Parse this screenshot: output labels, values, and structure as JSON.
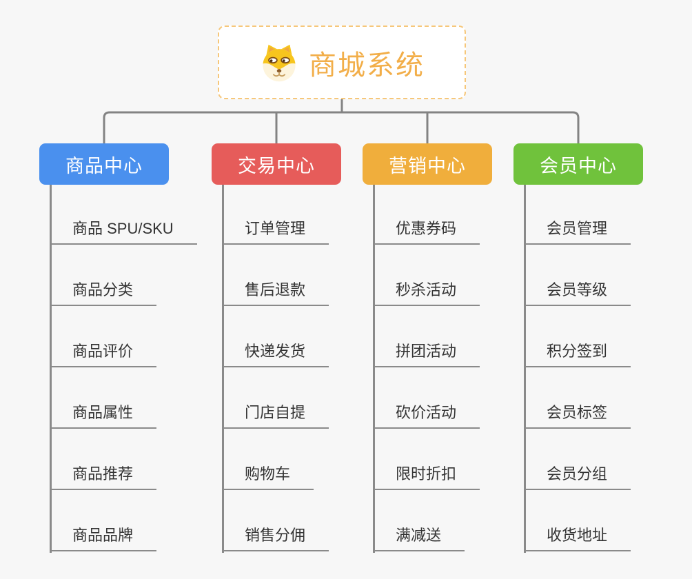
{
  "root": {
    "title": "商城系统",
    "icon": "dog-face-icon",
    "title_color": "#F2AE49",
    "border_color": "#F6C77A"
  },
  "line_color": "#838383",
  "branches": [
    {
      "label": "商品中心",
      "color": "#4A90EE",
      "children": [
        "商品 SPU/SKU",
        "商品分类",
        "商品评价",
        "商品属性",
        "商品推荐",
        "商品品牌"
      ]
    },
    {
      "label": "交易中心",
      "color": "#E65C5A",
      "children": [
        "订单管理",
        "售后退款",
        "快递发货",
        "门店自提",
        "购物车",
        "销售分佣"
      ]
    },
    {
      "label": "营销中心",
      "color": "#F0AE3C",
      "children": [
        "优惠券码",
        "秒杀活动",
        "拼团活动",
        "砍价活动",
        "限时折扣",
        "满减送"
      ]
    },
    {
      "label": "会员中心",
      "color": "#70C23C",
      "children": [
        "会员管理",
        "会员等级",
        "积分签到",
        "会员标签",
        "会员分组",
        "收货地址"
      ]
    }
  ]
}
